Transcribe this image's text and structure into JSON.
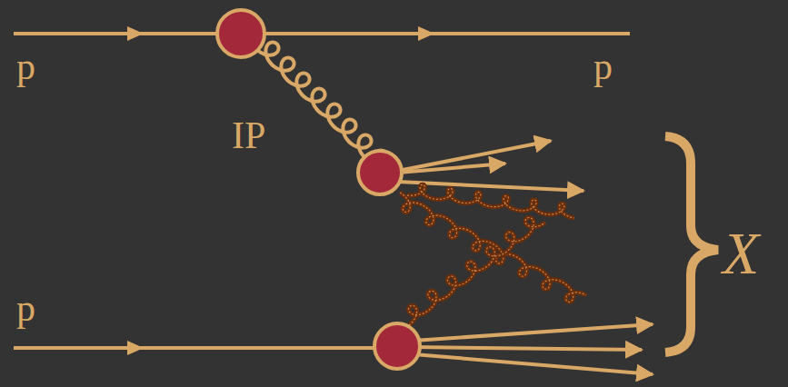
{
  "diagram": {
    "labels": [
      "p",
      "p",
      "IP",
      "p",
      "X"
    ]
  }
}
